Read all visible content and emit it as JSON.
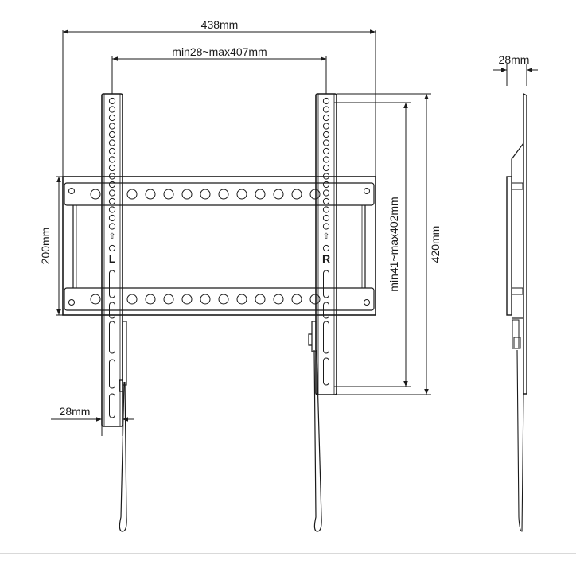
{
  "dimensions": {
    "overall_width": "438mm",
    "hole_spacing": "min28~max407mm",
    "side_depth": "28mm",
    "height": "200mm",
    "arm_width": "28mm",
    "vertical_range": "min41~max402mm",
    "arm_height": "420mm"
  },
  "labels": {
    "left_arm": "L",
    "right_arm": "R"
  },
  "colors": {
    "line": "#1a1a1a",
    "background": "#ffffff"
  }
}
